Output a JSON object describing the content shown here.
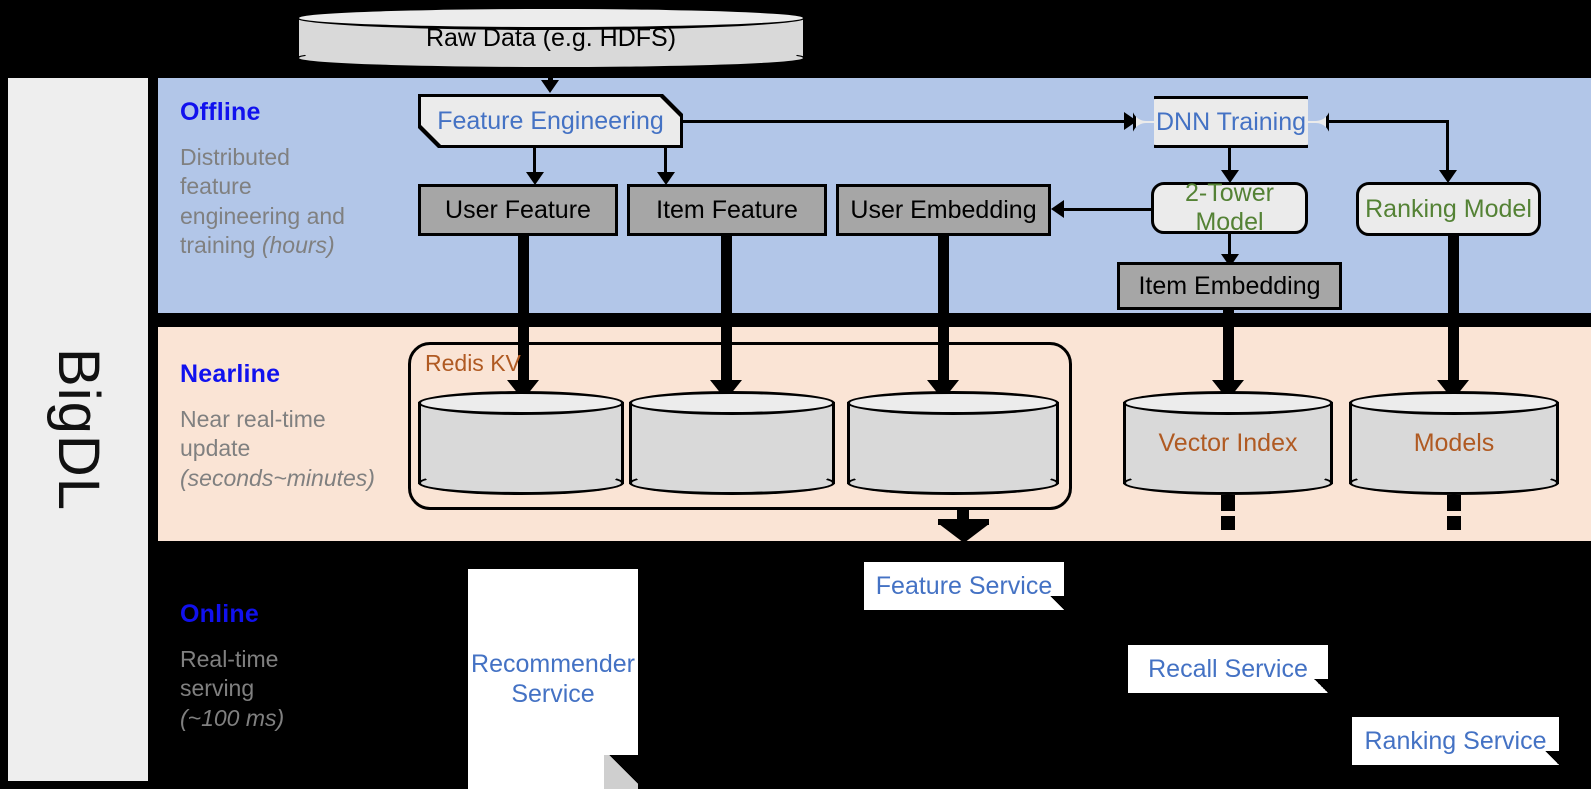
{
  "sidebar": {
    "label": "BigDL"
  },
  "top": {
    "raw_data": "Raw Data (e.g. HDFS)"
  },
  "bands": {
    "offline": {
      "title": "Offline",
      "subtitle_line1": "Distributed",
      "subtitle_line2": "feature",
      "subtitle_line3": "engineering and",
      "subtitle_line4": "training ",
      "subtitle_em": "(hours)"
    },
    "nearline": {
      "title": "Nearline",
      "subtitle_line1": "Near real-time",
      "subtitle_line2": "update",
      "subtitle_em": "(seconds~minutes)"
    },
    "online": {
      "title": "Online",
      "subtitle_line1": "Real-time",
      "subtitle_line2": "serving",
      "subtitle_em": "(~100 ms)"
    }
  },
  "offline_nodes": {
    "feature_engineering": "Feature Engineering",
    "dnn_training": "DNN Training",
    "user_feature": "User Feature",
    "item_feature": "Item Feature",
    "user_embedding": "User Embedding",
    "two_tower_model": "2-Tower Model",
    "ranking_model": "Ranking Model",
    "item_embedding": "Item Embedding"
  },
  "nearline_nodes": {
    "redis_kv": "Redis KV",
    "store_user_feature": "",
    "store_item_feature": "",
    "store_user_embedding": "",
    "vector_index": "Vector Index",
    "models": "Models"
  },
  "online_nodes": {
    "recommender_service": "Recommender\nService",
    "recommender_service_l1": "Recommender",
    "recommender_service_l2": "Service",
    "feature_service": "Feature Service",
    "recall_service": "Recall Service",
    "ranking_service": "Ranking Service"
  },
  "colors": {
    "offline_band": "#b2c6e8",
    "nearline_band": "#fae4d5",
    "online_band": "#000000",
    "band_title": "#1111ee",
    "band_subtitle": "#808080",
    "node_blue_text": "#4472c4",
    "node_green_text": "#548235",
    "storage_text": "#b05a22",
    "gray_box": "#a6a6a6",
    "light_box": "#ebebeb",
    "sidebar_bg": "#eeeeee"
  }
}
